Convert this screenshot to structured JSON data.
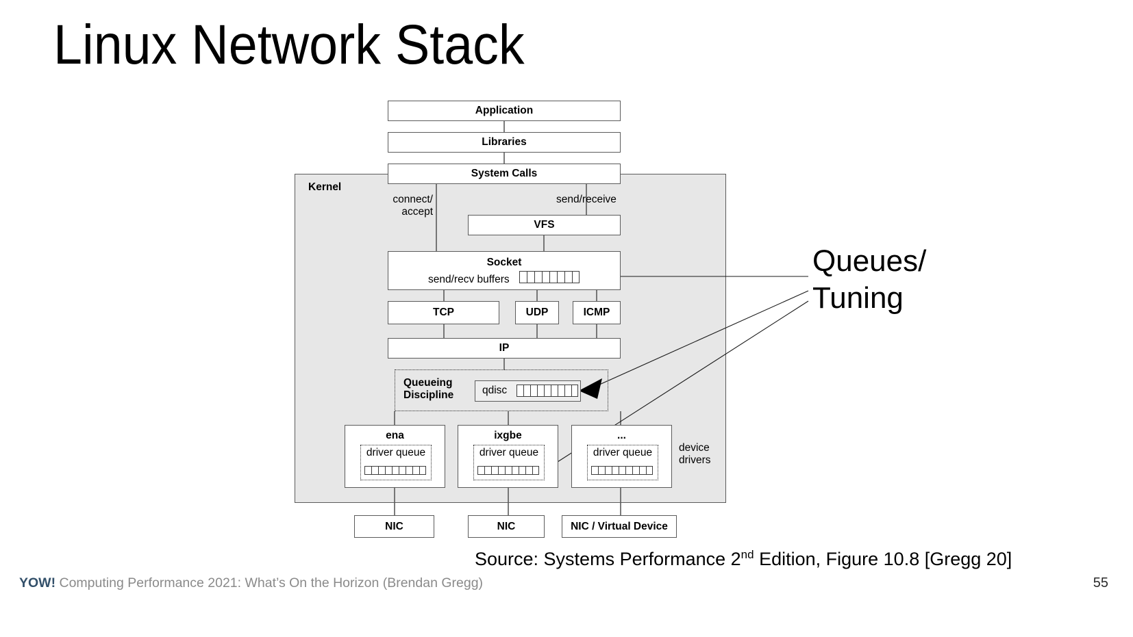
{
  "slide": {
    "title": "Linux Network Stack",
    "page_number": "55",
    "source_prefix": "Source: Systems Performance 2",
    "source_sup": "nd",
    "source_suffix": " Edition, Figure 10.8 [Gregg 20]",
    "footer_brand": "YOW!",
    "footer_text": "Computing Performance 2021: What’s On the Horizon (Brendan Gregg)"
  },
  "colors": {
    "kernel_fill": "#e7e7e7",
    "box_border": "#5a5a5a",
    "brand": "#33506a",
    "footer_text": "#8a8a8a",
    "qdisc_fill": "#efefef"
  },
  "annotation": {
    "label": "Queues/\nTuning"
  },
  "diagram": {
    "kernel_label": "Kernel",
    "device_drivers_label": "device\ndrivers",
    "stack_boxes": {
      "application": "Application",
      "libraries": "Libraries",
      "system_calls": "System Calls",
      "vfs": "VFS",
      "ip": "IP"
    },
    "edge_labels": {
      "connect_accept": "connect/\naccept",
      "send_receive": "send/receive"
    },
    "socket": {
      "title": "Socket",
      "subtitle": "send/recv buffers",
      "queue_cells": 8
    },
    "protocols": [
      {
        "label": "TCP"
      },
      {
        "label": "UDP"
      },
      {
        "label": "ICMP"
      }
    ],
    "queueing_discipline": {
      "label": "Queueing\nDiscipline",
      "qdisc_label": "qdisc",
      "queue_cells": 9
    },
    "drivers": [
      {
        "name": "ena",
        "queue_label": "driver queue",
        "queue_cells": 9
      },
      {
        "name": "ixgbe",
        "queue_label": "driver queue",
        "queue_cells": 9
      },
      {
        "name": "...",
        "queue_label": "driver queue",
        "queue_cells": 9
      }
    ],
    "nics": [
      {
        "label": "NIC"
      },
      {
        "label": "NIC"
      },
      {
        "label": "NIC / Virtual Device"
      }
    ]
  }
}
